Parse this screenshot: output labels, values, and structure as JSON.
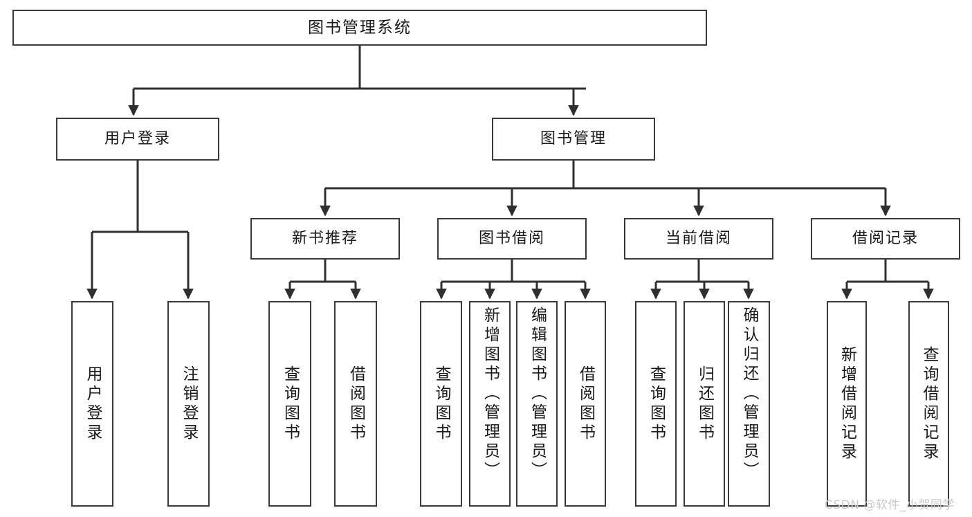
{
  "diagram": {
    "title": "图书管理系统",
    "type": "tree-hierarchy-chart",
    "watermark": "CSDN @软件_小贺同学",
    "colors": {
      "node_border": "#3a3a3a",
      "node_fill": "#ffffff",
      "edge": "#2f2f2f",
      "text": "#1a1a1a",
      "watermark": "#c9c9c9",
      "background": "#ffffff"
    },
    "nodes": {
      "root": {
        "id": "root",
        "label": "图书管理系统",
        "level": 0
      },
      "level1": [
        {
          "id": "user-login",
          "label": "用户登录",
          "level": 1
        },
        {
          "id": "book-management",
          "label": "图书管理",
          "level": 1
        }
      ],
      "level2": [
        {
          "id": "new-book-recommend",
          "label": "新书推荐",
          "level": 2,
          "parent": "book-management"
        },
        {
          "id": "book-borrow",
          "label": "图书借阅",
          "level": 2,
          "parent": "book-management"
        },
        {
          "id": "current-borrow",
          "label": "当前借阅",
          "level": 2,
          "parent": "book-management"
        },
        {
          "id": "borrow-record",
          "label": "借阅记录",
          "level": 2,
          "parent": "book-management"
        }
      ],
      "leaves": [
        {
          "id": "leaf-user-login",
          "label": "用户登录",
          "parent": "user-login"
        },
        {
          "id": "leaf-logout",
          "label": "注销登录",
          "parent": "user-login"
        },
        {
          "id": "leaf-query-book-1",
          "label": "查询图书",
          "parent": "new-book-recommend"
        },
        {
          "id": "leaf-borrow-book-1",
          "label": "借阅图书",
          "parent": "new-book-recommend"
        },
        {
          "id": "leaf-query-book-2",
          "label": "查询图书",
          "parent": "book-borrow"
        },
        {
          "id": "leaf-add-book",
          "label": "新增图书（管理员）",
          "parent": "book-borrow"
        },
        {
          "id": "leaf-edit-book",
          "label": "编辑图书（管理员）",
          "parent": "book-borrow"
        },
        {
          "id": "leaf-borrow-book-2",
          "label": "借阅图书",
          "parent": "book-borrow"
        },
        {
          "id": "leaf-query-book-3",
          "label": "查询图书",
          "parent": "current-borrow"
        },
        {
          "id": "leaf-return-book",
          "label": "归还图书",
          "parent": "current-borrow"
        },
        {
          "id": "leaf-confirm-return",
          "label": "确认归还（管理员）",
          "parent": "current-borrow"
        },
        {
          "id": "leaf-add-record",
          "label": "新增借阅记录",
          "parent": "borrow-record"
        },
        {
          "id": "leaf-query-record",
          "label": "查询借阅记录",
          "parent": "borrow-record"
        }
      ]
    }
  }
}
